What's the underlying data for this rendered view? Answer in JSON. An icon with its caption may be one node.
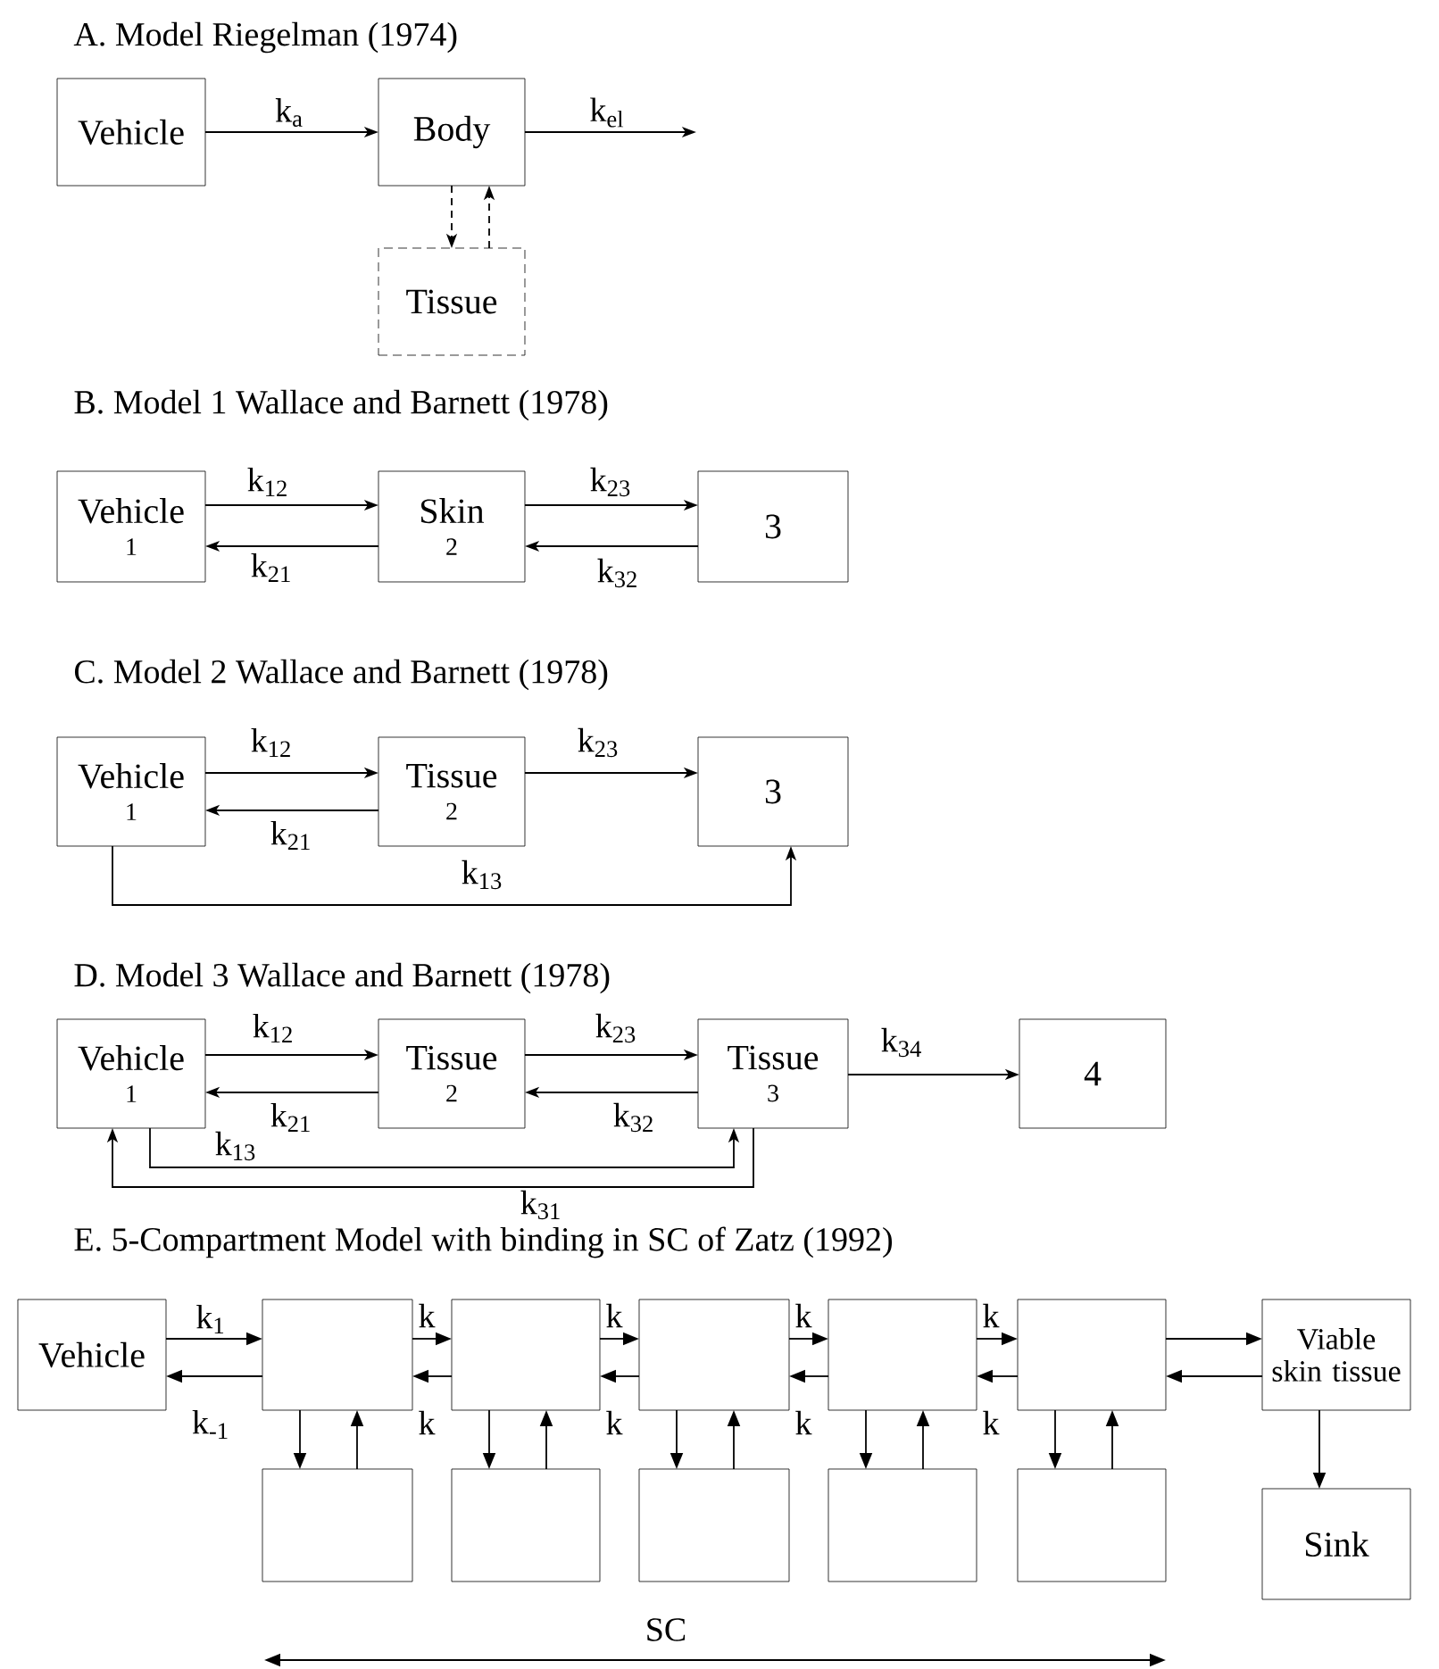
{
  "diagram": {
    "nodes": [
      {
        "text": [
          "Vehicle"
        ]
      },
      {
        "text": [
          "Body"
        ]
      },
      {
        "text": [
          "Tissue"
        ]
      },
      {
        "text": [
          "Vehicle",
          "1"
        ]
      },
      {
        "text": [
          "Skin",
          "2"
        ]
      },
      {
        "text": [
          "3"
        ]
      },
      {
        "text": [
          "Vehicle",
          "1"
        ]
      },
      {
        "text": [
          "Tissue",
          "2"
        ]
      },
      {
        "text": [
          "3"
        ]
      },
      {
        "text": [
          "Vehicle",
          "1"
        ]
      },
      {
        "text": [
          "Tissue",
          "2"
        ]
      },
      {
        "text": [
          "Tissue",
          "3"
        ]
      },
      {
        "text": [
          "4"
        ]
      },
      {
        "text": [
          "Vehicle"
        ]
      },
      {
        "text": [],
        "shape": "box"
      },
      {
        "text": [],
        "shape": "box"
      },
      {
        "text": [],
        "shape": "box"
      },
      {
        "text": [],
        "shape": "box"
      },
      {
        "text": [],
        "shape": "box"
      },
      {
        "text": [
          "Viable skin tissue"
        ]
      },
      {
        "text": [],
        "shape": "box"
      },
      {
        "text": [],
        "shape": "box"
      },
      {
        "text": [],
        "shape": "box"
      },
      {
        "text": [],
        "shape": "box"
      },
      {
        "text": [],
        "shape": "box"
      },
      {
        "text": [
          "Sink"
        ]
      }
    ],
    "edges": [
      {
        "from": 0,
        "to": 1,
        "arrow": "to",
        "label": "k$_{a}$"
      },
      {
        "from": 1,
        "to": null,
        "arrow": "to",
        "label": "k$_{el}$"
      },
      {
        "from": 1,
        "to": 2,
        "arrow": "to",
        "style": "dashed"
      },
      {
        "from": 2,
        "to": 1,
        "arrow": "to",
        "style": "dashed"
      },
      {
        "from": 3,
        "to": 4,
        "arrow": "to",
        "label": "k$_{12}$"
      },
      {
        "from": 4,
        "to": 3,
        "arrow": "to",
        "label": "k$_{21}$"
      },
      {
        "from": 4,
        "to": 5,
        "arrow": "to",
        "label": "k$_{23}$"
      },
      {
        "from": 5,
        "to": 4,
        "arrow": "to",
        "label": "k$_{32}$"
      },
      {
        "from": 6,
        "to": 7,
        "arrow": "to",
        "label": "k$_{12}$"
      },
      {
        "from": 7,
        "to": 6,
        "arrow": "to",
        "label": "k$_{21}$"
      },
      {
        "from": 7,
        "to": 8,
        "arrow": "to",
        "label": "k$_{23}$"
      },
      {
        "from": 6,
        "to": 8,
        "arrow": "to",
        "label": "k$_{13}$"
      },
      {
        "from": 9,
        "to": 10,
        "arrow": "to",
        "label": "k$_{12}$"
      },
      {
        "from": 10,
        "to": 9,
        "arrow": "to",
        "label": "k$_{21}$"
      },
      {
        "from": 10,
        "to": 11,
        "arrow": "to",
        "label": "k$_{23}$"
      },
      {
        "from": 11,
        "to": 10,
        "arrow": "to",
        "label": "k$_{32}$"
      },
      {
        "from": 11,
        "to": 12,
        "arrow": "to",
        "label": "k$_{34}$"
      },
      {
        "from": 9,
        "to": 11,
        "arrow": "to",
        "label": "k$_{13}$"
      },
      {
        "from": 11,
        "to": 9,
        "arrow": "to",
        "label": "k$_{31}$"
      },
      {
        "from": 13,
        "to": 14,
        "arrow": "to",
        "label": "k$_{1}$"
      },
      {
        "from": 14,
        "to": 13,
        "arrow": "to",
        "label": "k$_{-1}$"
      },
      {
        "from": 14,
        "to": 15,
        "arrow": "to",
        "label": "k"
      },
      {
        "from": 15,
        "to": 14,
        "arrow": "to",
        "label": "k"
      },
      {
        "from": 15,
        "to": 16,
        "arrow": "to",
        "label": "k"
      },
      {
        "from": 16,
        "to": 15,
        "arrow": "to",
        "label": "k"
      },
      {
        "from": 16,
        "to": 17,
        "arrow": "to",
        "label": "k"
      },
      {
        "from": 17,
        "to": 16,
        "arrow": "to",
        "label": "k"
      },
      {
        "from": 17,
        "to": 18,
        "arrow": "to",
        "label": "k"
      },
      {
        "from": 18,
        "to": 17,
        "arrow": "to",
        "label": "k"
      },
      {
        "from": 18,
        "to": 19,
        "arrow": "to"
      },
      {
        "from": 19,
        "to": 18,
        "arrow": "to"
      },
      {
        "from": 14,
        "to": 20,
        "arrow": "to"
      },
      {
        "from": 20,
        "to": 14,
        "arrow": "to"
      },
      {
        "from": 15,
        "to": 21,
        "arrow": "to"
      },
      {
        "from": 21,
        "to": 15,
        "arrow": "to"
      },
      {
        "from": 16,
        "to": 22,
        "arrow": "to"
      },
      {
        "from": 22,
        "to": 16,
        "arrow": "to"
      },
      {
        "from": 17,
        "to": 23,
        "arrow": "to"
      },
      {
        "from": 23,
        "to": 17,
        "arrow": "to"
      },
      {
        "from": 18,
        "to": 24,
        "arrow": "to"
      },
      {
        "from": 24,
        "to": 18,
        "arrow": "to"
      },
      {
        "from": 19,
        "to": 25,
        "arrow": "to"
      }
    ],
    "labels": [
      "A. Model Riegelman (1974)",
      "B.  Model 1 Wallace and Barnett (1978)",
      "C.  Model 2 Wallace and Barnett (1978)",
      "D.  Model 3 Wallace and Barnett (1978)",
      "E. 5-Compartment Model with binding in SC of Zatz (1992)",
      "SC"
    ]
  }
}
